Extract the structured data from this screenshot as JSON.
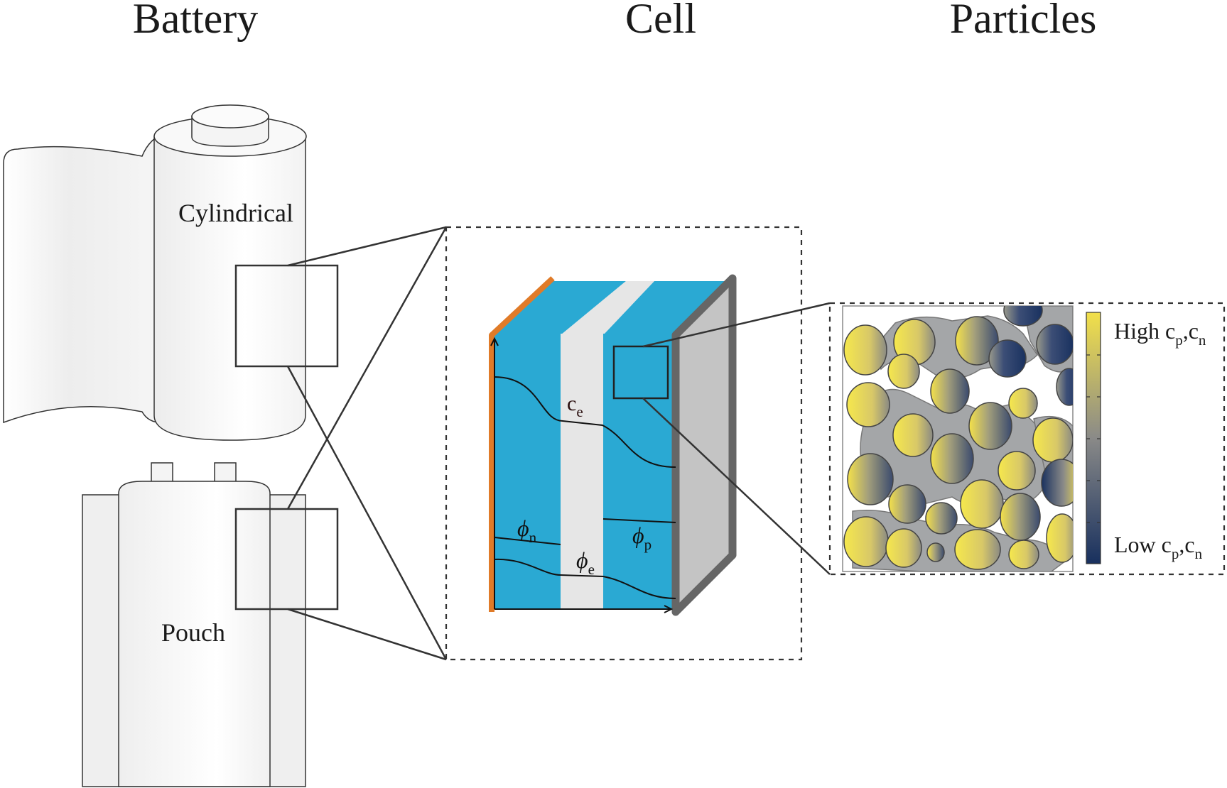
{
  "headings": {
    "battery": "Battery",
    "cell": "Cell",
    "particles": "Particles"
  },
  "battery_types": {
    "cylindrical": "Cylindrical",
    "pouch": "Pouch"
  },
  "cell_labels": {
    "ce_main": "c",
    "ce_sub": "e",
    "phi_n_main": "ϕ",
    "phi_n_sub": "n",
    "phi_p_main": "ϕ",
    "phi_p_sub": "p",
    "phi_e_main": "ϕ",
    "phi_e_sub": "e"
  },
  "colorbar": {
    "high_main": "High c",
    "high_sub1": "p",
    "high_sep": ",c",
    "high_sub2": "n",
    "low_main": "Low c",
    "low_sub1": "p",
    "low_sep": ",c",
    "low_sub2": "n",
    "colors": {
      "high": "#f2e04a",
      "mid": "#8a8a88",
      "low": "#18305e"
    }
  },
  "colors": {
    "electrode": "#2aa9d3",
    "separator": "#e6e6e6",
    "negative_current_collector": "#e07b28",
    "positive_current_collector": "#666666",
    "binder": "#a4a6a8"
  }
}
